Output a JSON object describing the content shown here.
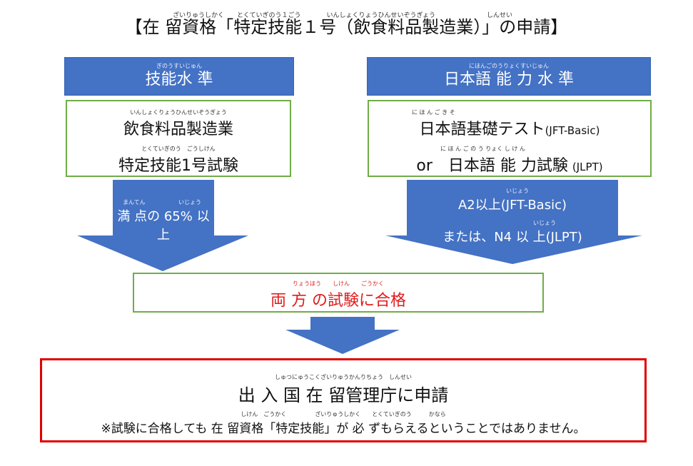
{
  "title": {
    "text": "【在 留資格「特定技能１号（飲食料品製造業）」の申請】",
    "ruby": "ざいりゅうしかく　　とくていぎのう１ごう　　　　いんしょくりょうひんせいぞうぎょう　　　　　　　　しんせい"
  },
  "left": {
    "header": "技能水 準",
    "header_ruby": "ぎのうすいじゅん",
    "line1": "飲食料品製造業",
    "line1_ruby": "いんしょくりょうひんせいぞうぎょう",
    "line2": "特定技能1号試験",
    "line2_ruby": "とくていぎのう　ごうしけん",
    "arrow_text": "満 点の 65% 以 上",
    "arrow_ruby_a": "まんてん",
    "arrow_ruby_b": "いじょう"
  },
  "right": {
    "header": "日本語 能 力 水 準",
    "header_ruby": "にほんごのうりょくすいじゅん",
    "line1": "日本語基礎テスト",
    "line1_suffix": "(JFT-Basic)",
    "line1_ruby": "に ほ ん ご き そ",
    "line2_prefix": "or",
    "line2": "日本語 能 力試験",
    "line2_suffix": "(JLPT)",
    "line2_ruby": "に ほ ん ご の う りょく し け ん",
    "arrow_line1": "A2以上(JFT-Basic)",
    "arrow_ruby1": "いじょう",
    "arrow_line2": "または、N4 以 上(JLPT)",
    "arrow_ruby2": "いじょう"
  },
  "middle": {
    "text": "両 方 の試験に合格",
    "ruby": "りょうほう　　しけん　　ごうかく"
  },
  "bottom": {
    "text": "出 入 国 在 留管理庁に申請",
    "ruby": "しゅつにゅうこくざいりゅうかんりちょう　しんせい",
    "note": "※試験に合格しても 在 留資格「特定技能」が 必 ずもらえるということではありません。",
    "note_ruby": "しけん　ごうかく　　　　　ざいりゅうしかく　　とくていぎのう　　　かなら"
  },
  "colors": {
    "blue": "#4472c4",
    "green": "#70ad47",
    "red": "#e00000"
  }
}
